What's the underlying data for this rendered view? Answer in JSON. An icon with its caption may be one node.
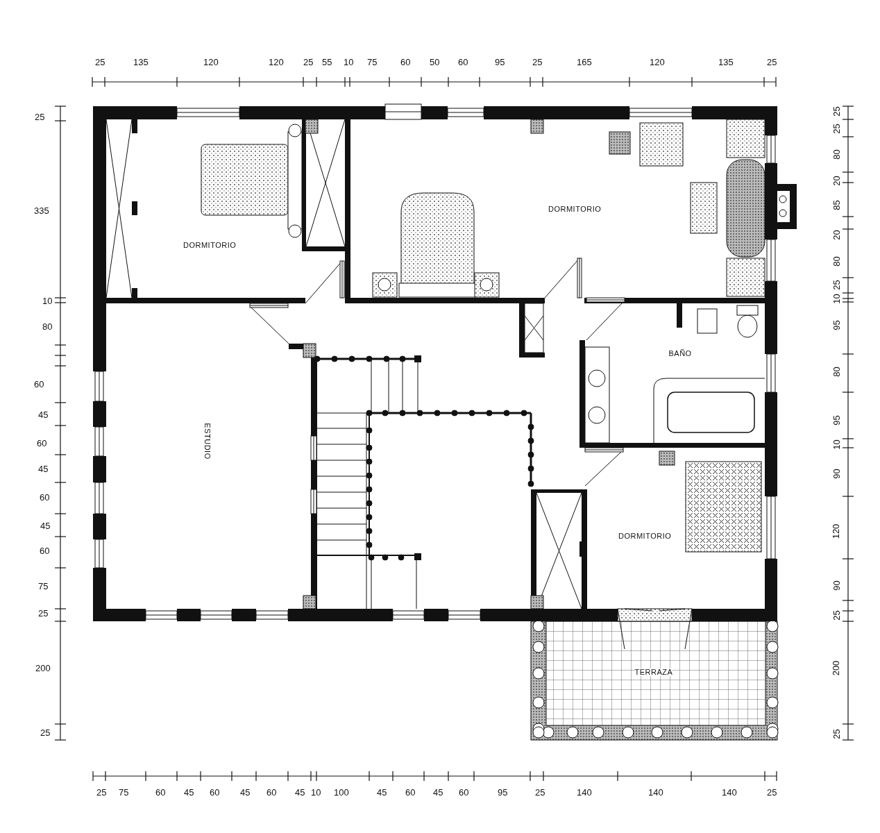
{
  "diagram": {
    "labels": [
      "25",
      "135",
      "120",
      "120",
      "25",
      "55",
      "10",
      "75",
      "60",
      "50",
      "60",
      "95",
      "25",
      "165",
      "120",
      "135",
      "25",
      "25",
      "335",
      "10",
      "80",
      "60",
      "45",
      "60",
      "45",
      "60",
      "45",
      "60",
      "75",
      "25",
      "200",
      "25",
      "DORMITORIO",
      "DORMITORIO",
      "BAÑO",
      "ESTUDIO",
      "DORMITORIO",
      "TERRAZA",
      "25",
      "25",
      "80",
      "20",
      "85",
      "20",
      "80",
      "25",
      "10",
      "95",
      "80",
      "95",
      "10",
      "90",
      "120",
      "90",
      "25",
      "200",
      "25",
      "25",
      "75",
      "60",
      "45",
      "60",
      "45",
      "60",
      "45",
      "10",
      "100",
      "45",
      "60",
      "45",
      "60",
      "95",
      "25",
      "140",
      "140",
      "140",
      "25"
    ]
  }
}
